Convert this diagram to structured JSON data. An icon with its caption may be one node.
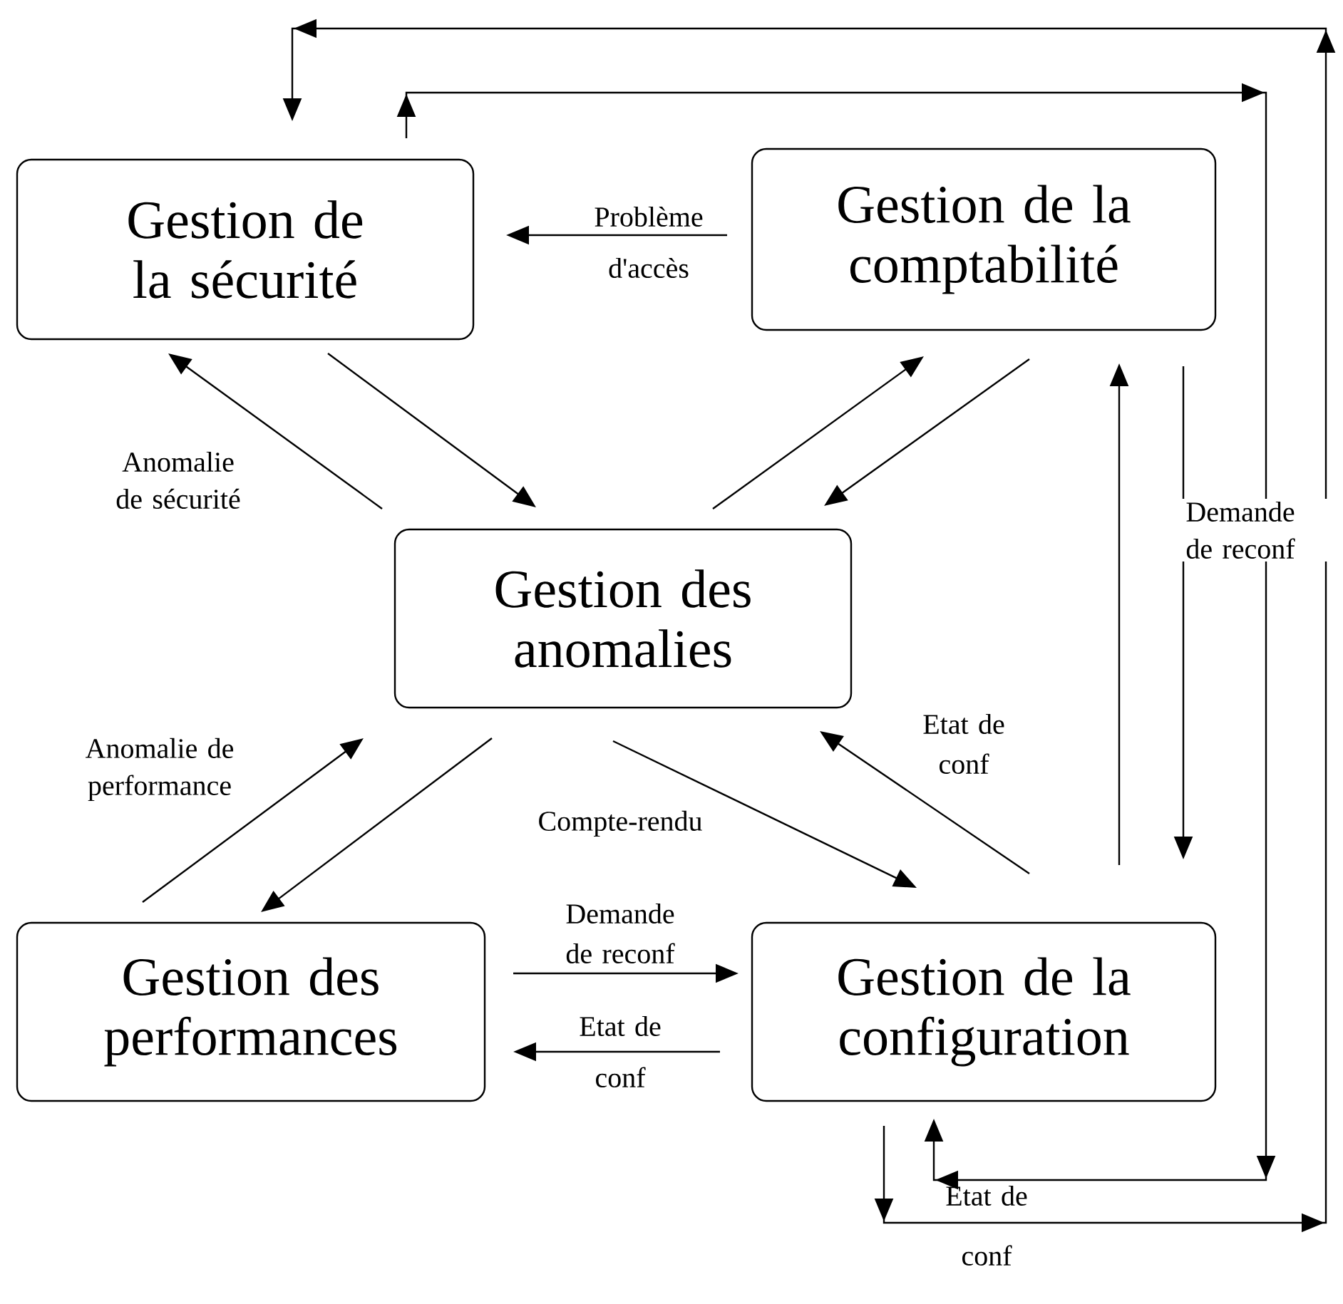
{
  "diagram": {
    "nodes": [
      {
        "text": [
          "Gestion de la sécurité"
        ]
      },
      {
        "text": [
          "Gestion de la comptabilité"
        ]
      },
      {
        "text": [
          "Gestion des anomalies"
        ]
      },
      {
        "text": [
          "Gestion des performances"
        ]
      },
      {
        "text": [
          "Gestion de la configuration"
        ]
      }
    ],
    "edges": [
      {
        "from": 1,
        "to": 0,
        "arrow": "to",
        "label": "Problème d'accès"
      },
      {
        "from": 2,
        "to": 0,
        "arrow": "to",
        "label": "Anomalie de sécurité"
      },
      {
        "from": 0,
        "to": 2,
        "arrow": "to"
      },
      {
        "from": 2,
        "to": 1,
        "arrow": "to"
      },
      {
        "from": 1,
        "to": 2,
        "arrow": "to"
      },
      {
        "from": 3,
        "to": 2,
        "arrow": "to",
        "label": "Anomalie de performance"
      },
      {
        "from": 2,
        "to": 3,
        "arrow": "to"
      },
      {
        "from": 2,
        "to": 4,
        "arrow": "to",
        "label": "Compte-rendu"
      },
      {
        "from": 4,
        "to": 2,
        "arrow": "to",
        "label": "Etat de conf"
      },
      {
        "from": 4,
        "to": 1,
        "arrow": "to"
      },
      {
        "from": 1,
        "to": 4,
        "arrow": "to",
        "label": "Demande de reconf"
      },
      {
        "from": 3,
        "to": 4,
        "arrow": "to",
        "label": "Demande de reconf"
      },
      {
        "from": 4,
        "to": 3,
        "arrow": "to",
        "label": "Etat de conf"
      },
      {
        "from": 4,
        "to": 0,
        "arrow": "to",
        "label": "Etat de conf"
      },
      {
        "from": 0,
        "to": 4,
        "arrow": "to"
      }
    ]
  }
}
